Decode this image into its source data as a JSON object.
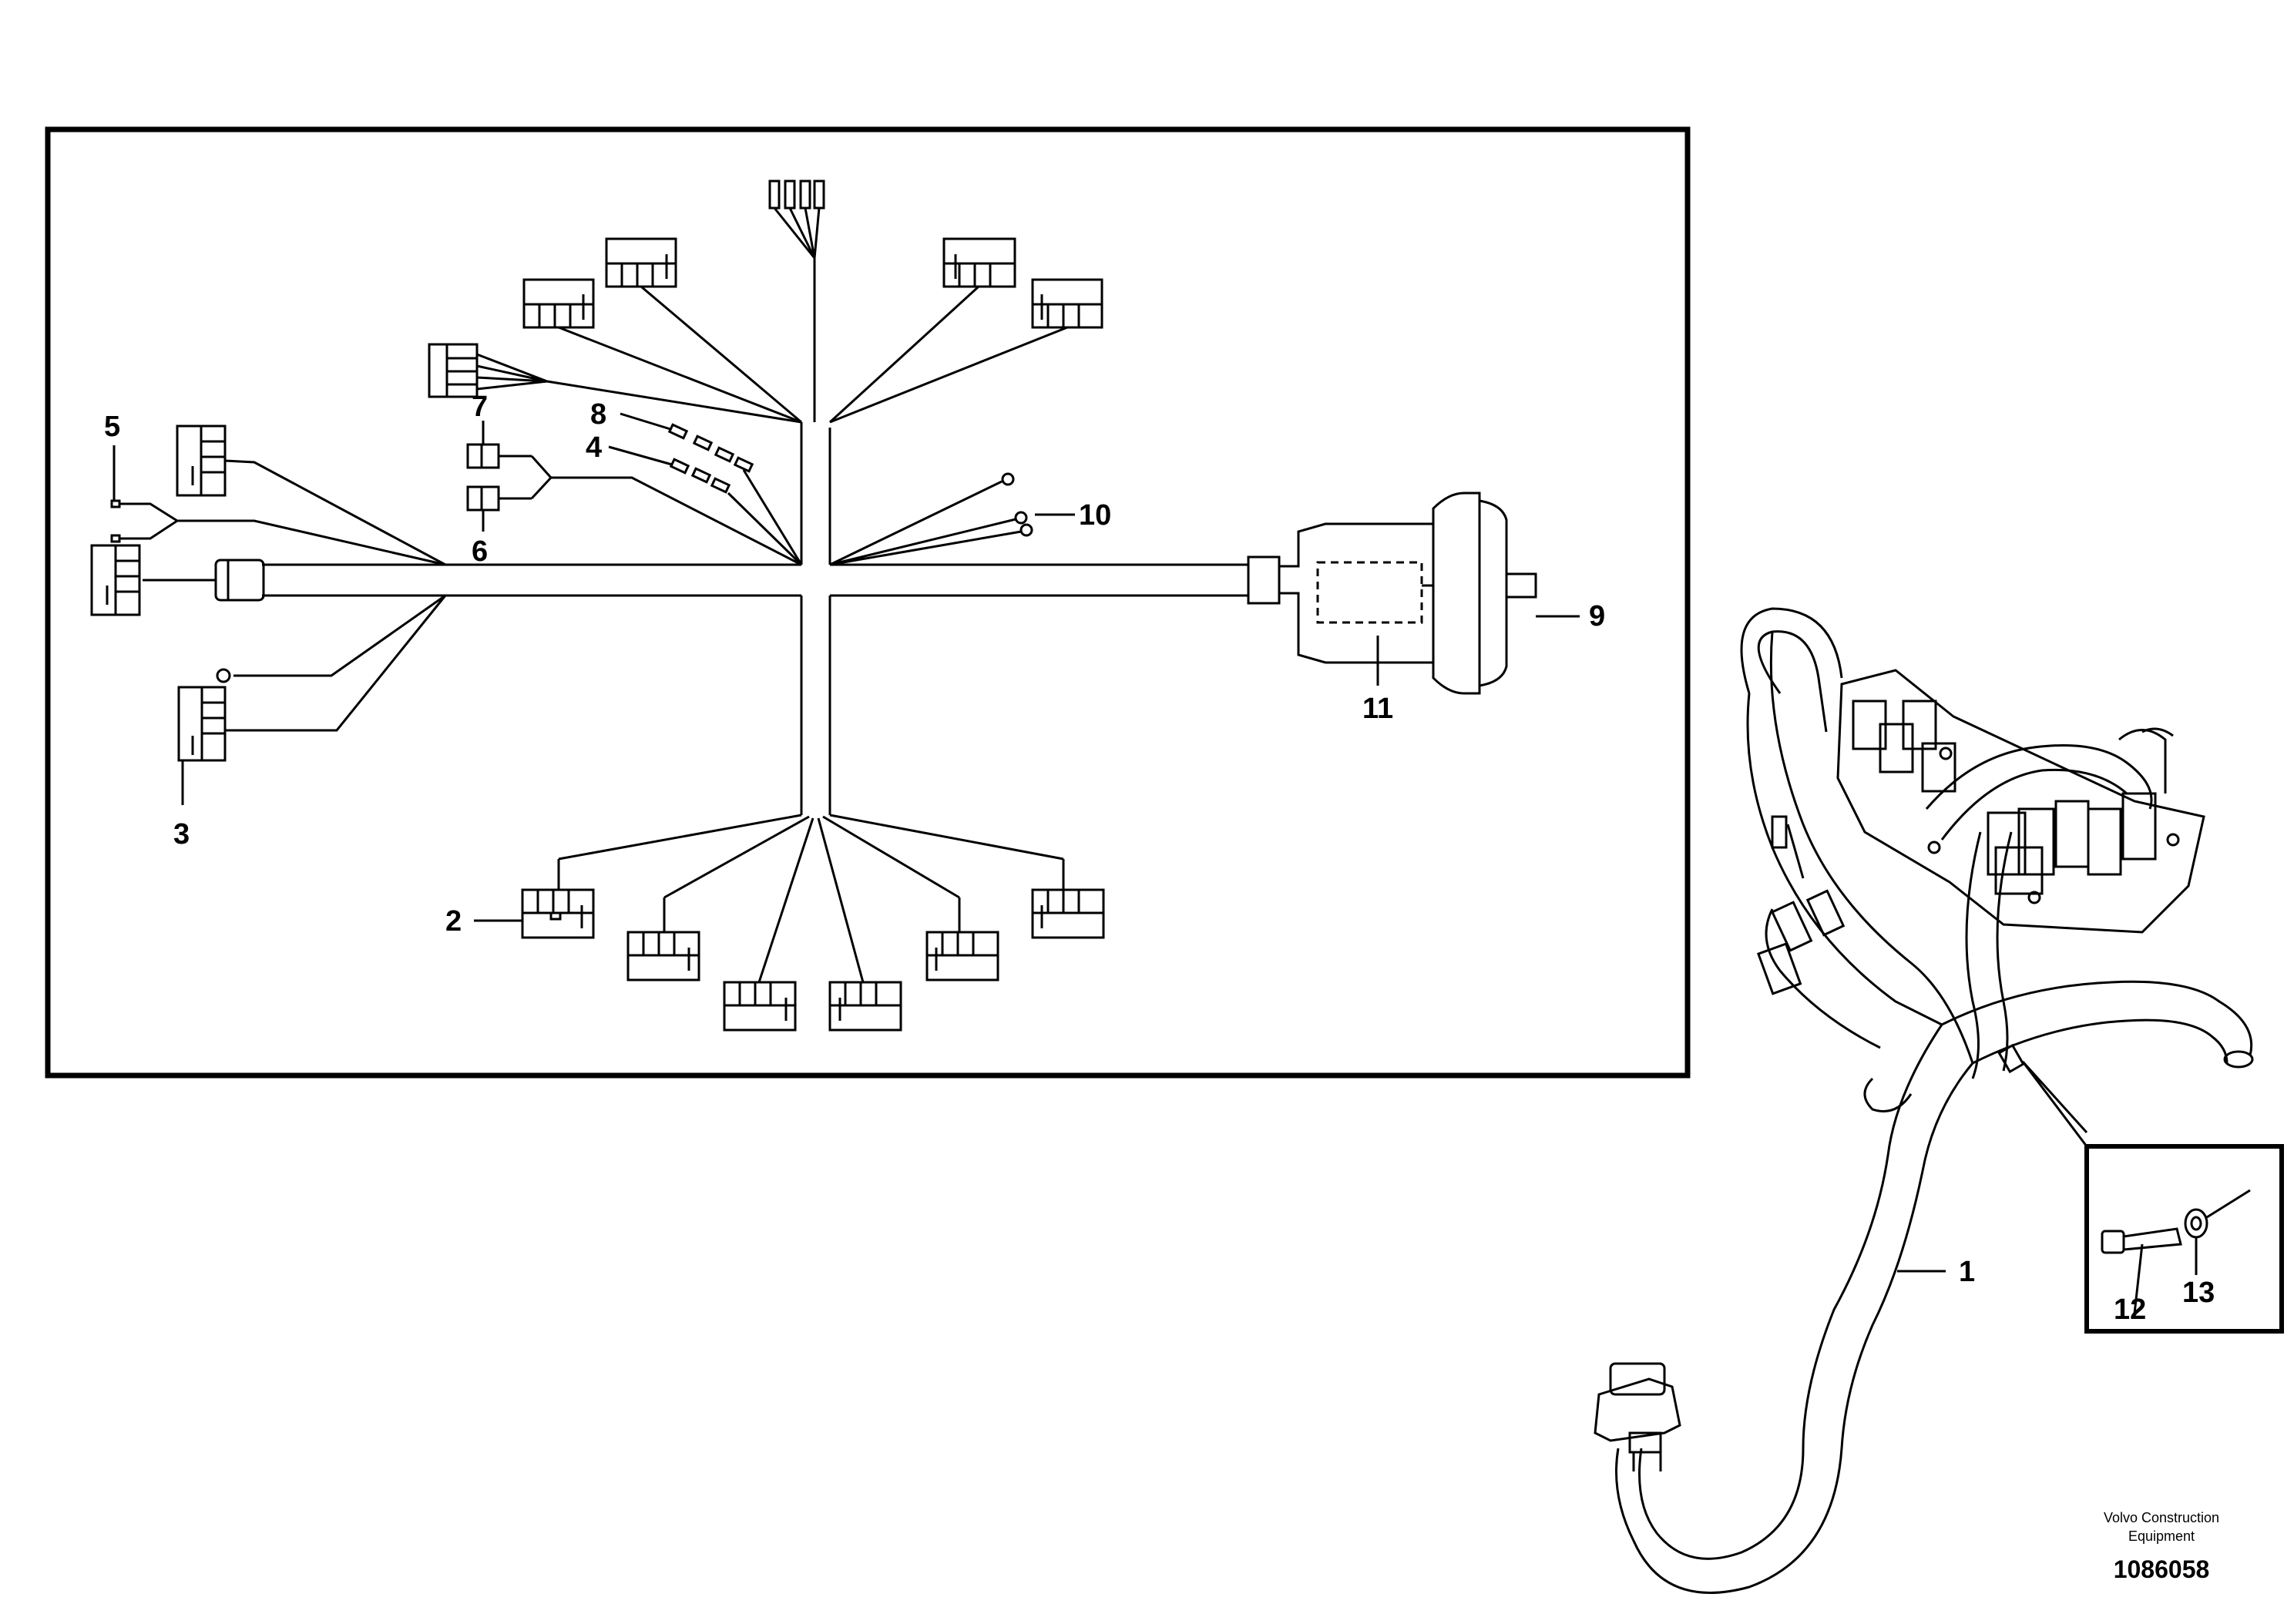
{
  "callouts": {
    "c1": "1",
    "c2": "2",
    "c3": "3",
    "c4": "4",
    "c5": "5",
    "c6": "6",
    "c7": "7",
    "c8": "8",
    "c9": "9",
    "c10": "10",
    "c11": "11",
    "c12": "12",
    "c13": "13"
  },
  "brand": {
    "line1": "Volvo Construction",
    "line2": "Equipment"
  },
  "document_number": "1086058"
}
